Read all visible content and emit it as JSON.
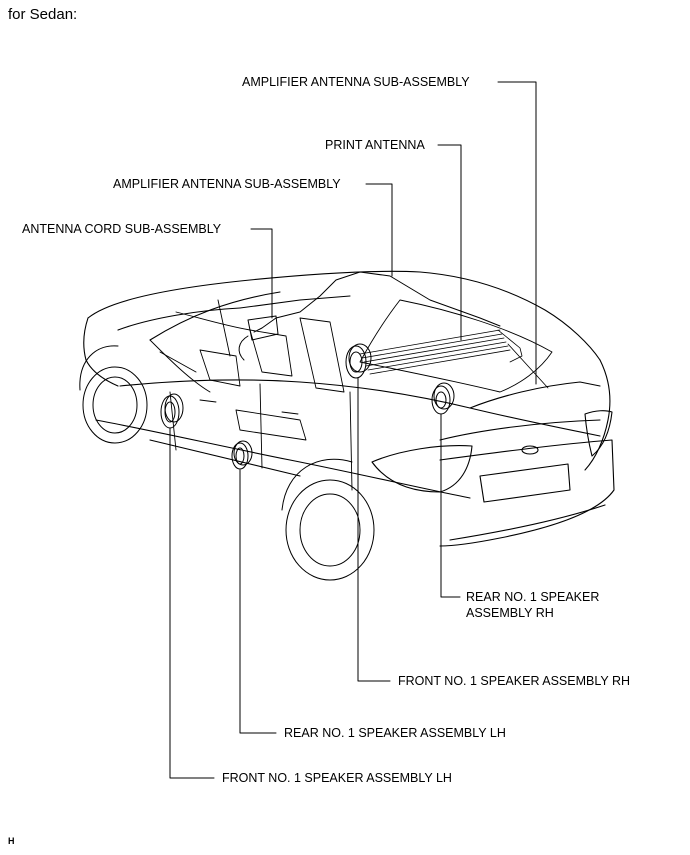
{
  "caption": "for Sedan:",
  "labels": {
    "amp_antenna_top": "AMPLIFIER ANTENNA SUB-ASSEMBLY",
    "print_antenna": "PRINT ANTENNA",
    "amp_antenna_mid": "AMPLIFIER ANTENNA SUB-ASSEMBLY",
    "antenna_cord": "ANTENNA CORD SUB-ASSEMBLY",
    "rear_spk_rh_line1": "REAR NO. 1 SPEAKER",
    "rear_spk_rh_line2": "ASSEMBLY RH",
    "front_spk_rh": "FRONT NO. 1 SPEAKER ASSEMBLY RH",
    "rear_spk_lh": "REAR NO. 1 SPEAKER ASSEMBLY LH",
    "front_spk_lh": "FRONT NO. 1 SPEAKER ASSEMBLY LH"
  },
  "corner_mark": "H"
}
